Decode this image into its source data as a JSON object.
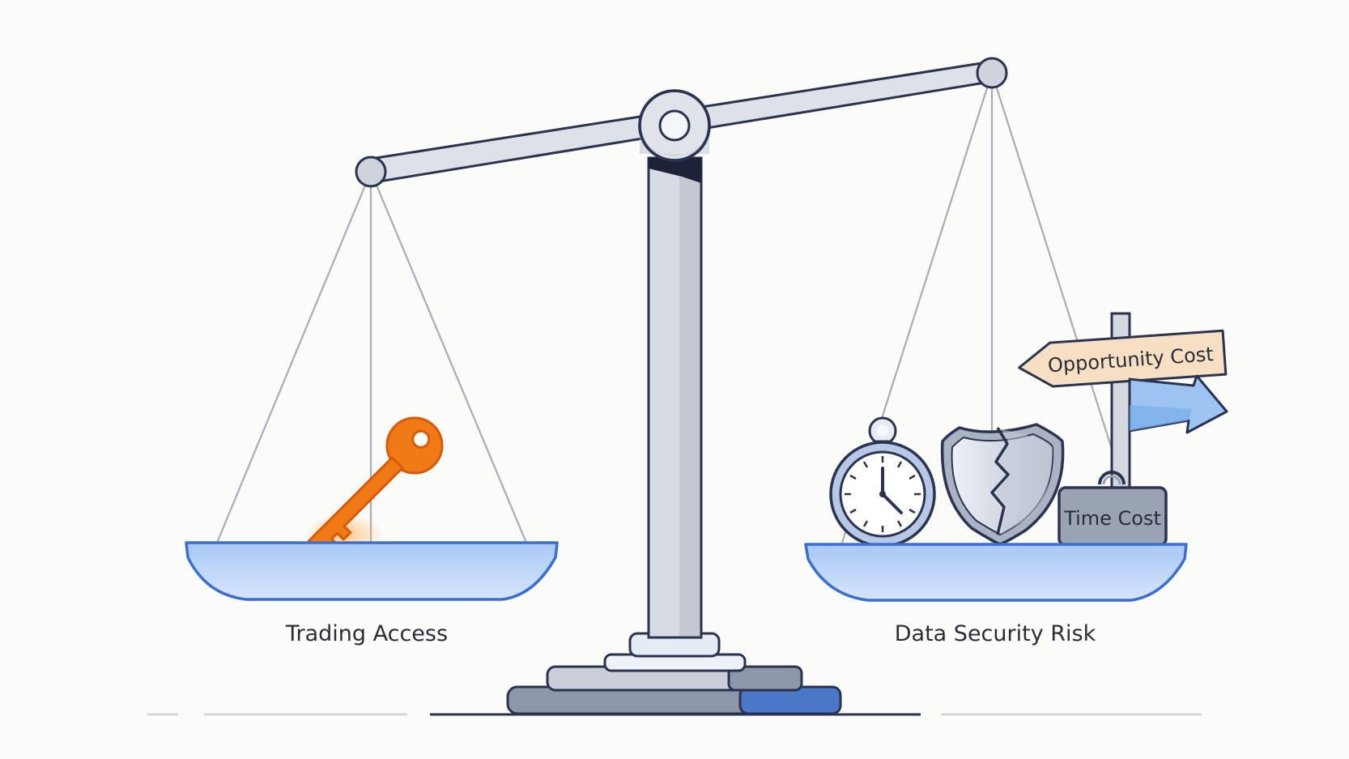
{
  "left_pan": {
    "label": "Trading Access",
    "item_icon": "key-icon"
  },
  "right_pan": {
    "label": "Data Security Risk",
    "items": {
      "stopwatch": {
        "icon": "stopwatch-icon"
      },
      "shield": {
        "icon": "cracked-shield-icon"
      },
      "signpost": {
        "icon": "signpost-icon",
        "sign_label": "Opportunity Cost"
      },
      "weight": {
        "icon": "weight-icon",
        "label": "Time Cost"
      }
    }
  },
  "colors": {
    "outline": "#2b3350",
    "pan_fill": "#c2d8f8",
    "pan_stroke": "#3a6fcf",
    "metal": "#d7dbe3",
    "key": "#f07a16",
    "sign_fill": "#f7dfc3",
    "arrow_blue": "#9cc3f2",
    "base_blue": "#4a78c6"
  }
}
